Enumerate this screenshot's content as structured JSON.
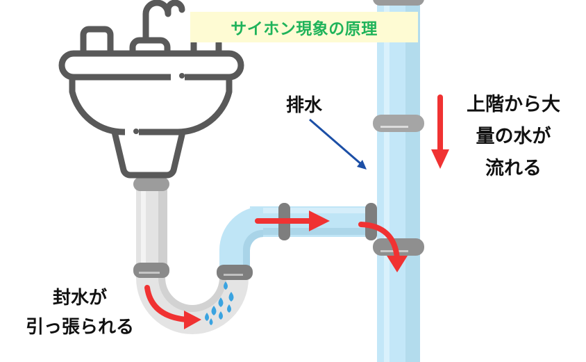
{
  "title": "サイホン現象の原理",
  "labels": {
    "drain": "排水",
    "upper_line1": "上階から大",
    "upper_line2": "量の水が",
    "upper_line3": "流れる",
    "seal_line1": "封水が",
    "seal_line2": "引っ張られる"
  },
  "colors": {
    "title_bg": "#fefbd3",
    "title_text": "#1fb35a",
    "pipe_blue": "#bfe5f6",
    "pipe_gray": "#e2e2e2",
    "joint_gray": "#8a8a8a",
    "arrow_red": "#f03232",
    "arrow_blue": "#1c4fa6",
    "water_drop": "#3aa3e0",
    "sink_outline": "#595959"
  },
  "icons": [
    "sink-icon",
    "faucet-icon",
    "water-drops-icon",
    "flow-arrow-icon"
  ]
}
